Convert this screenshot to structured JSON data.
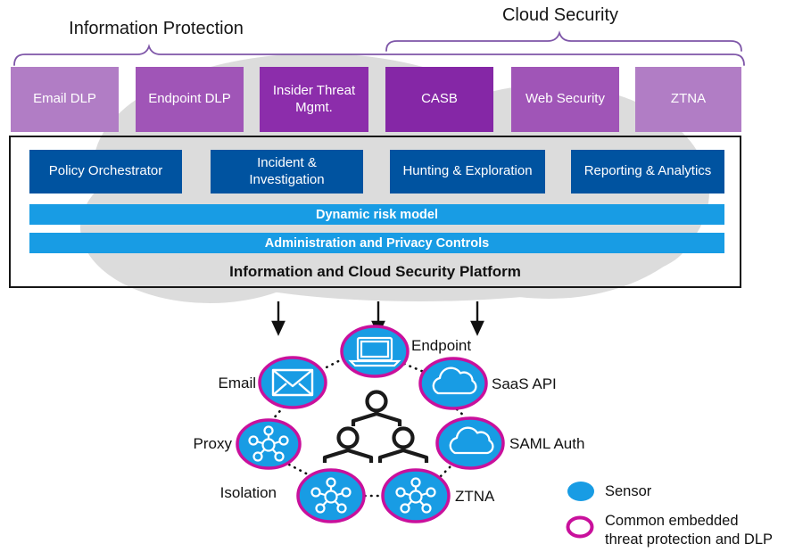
{
  "diagram": {
    "groups": {
      "information_protection": "Information Protection",
      "cloud_security": "Cloud Security"
    },
    "products": [
      {
        "label": "Email DLP"
      },
      {
        "label": "Endpoint DLP"
      },
      {
        "label": "Insider Threat Mgmt."
      },
      {
        "label": "CASB"
      },
      {
        "label": "Web Security"
      },
      {
        "label": "ZTNA"
      }
    ],
    "platform": {
      "title": "Information and Cloud Security Platform",
      "modules": [
        {
          "label": "Policy Orchestrator"
        },
        {
          "label": "Incident & Investigation"
        },
        {
          "label": "Hunting & Exploration"
        },
        {
          "label": "Reporting & Analytics"
        }
      ],
      "layers": [
        {
          "label": "Dynamic risk model"
        },
        {
          "label": "Administration and Privacy Controls"
        }
      ]
    },
    "sensors": [
      {
        "label": "Endpoint",
        "icon": "laptop-icon"
      },
      {
        "label": "Email",
        "icon": "envelope-icon"
      },
      {
        "label": "SaaS API",
        "icon": "cloud-icon"
      },
      {
        "label": "Proxy",
        "icon": "network-icon"
      },
      {
        "label": "SAML Auth",
        "icon": "cloud-icon"
      },
      {
        "label": "Isolation",
        "icon": "network-icon"
      },
      {
        "label": "ZTNA",
        "icon": "network-icon"
      }
    ],
    "legend": {
      "sensor": "Sensor",
      "ring_line1": "Common embedded",
      "ring_line2": "threat protection and DLP"
    },
    "colors": {
      "purple_light": "#b17dc5",
      "purple_medium": "#a055b7",
      "purple_dark": "#8527a6",
      "blue_dark": "#0053a0",
      "blue_light": "#189ce4",
      "magenta_ring": "#c9109c",
      "brace_purple": "#7e56a8",
      "cloud_gray": "#dcdcdc"
    }
  }
}
